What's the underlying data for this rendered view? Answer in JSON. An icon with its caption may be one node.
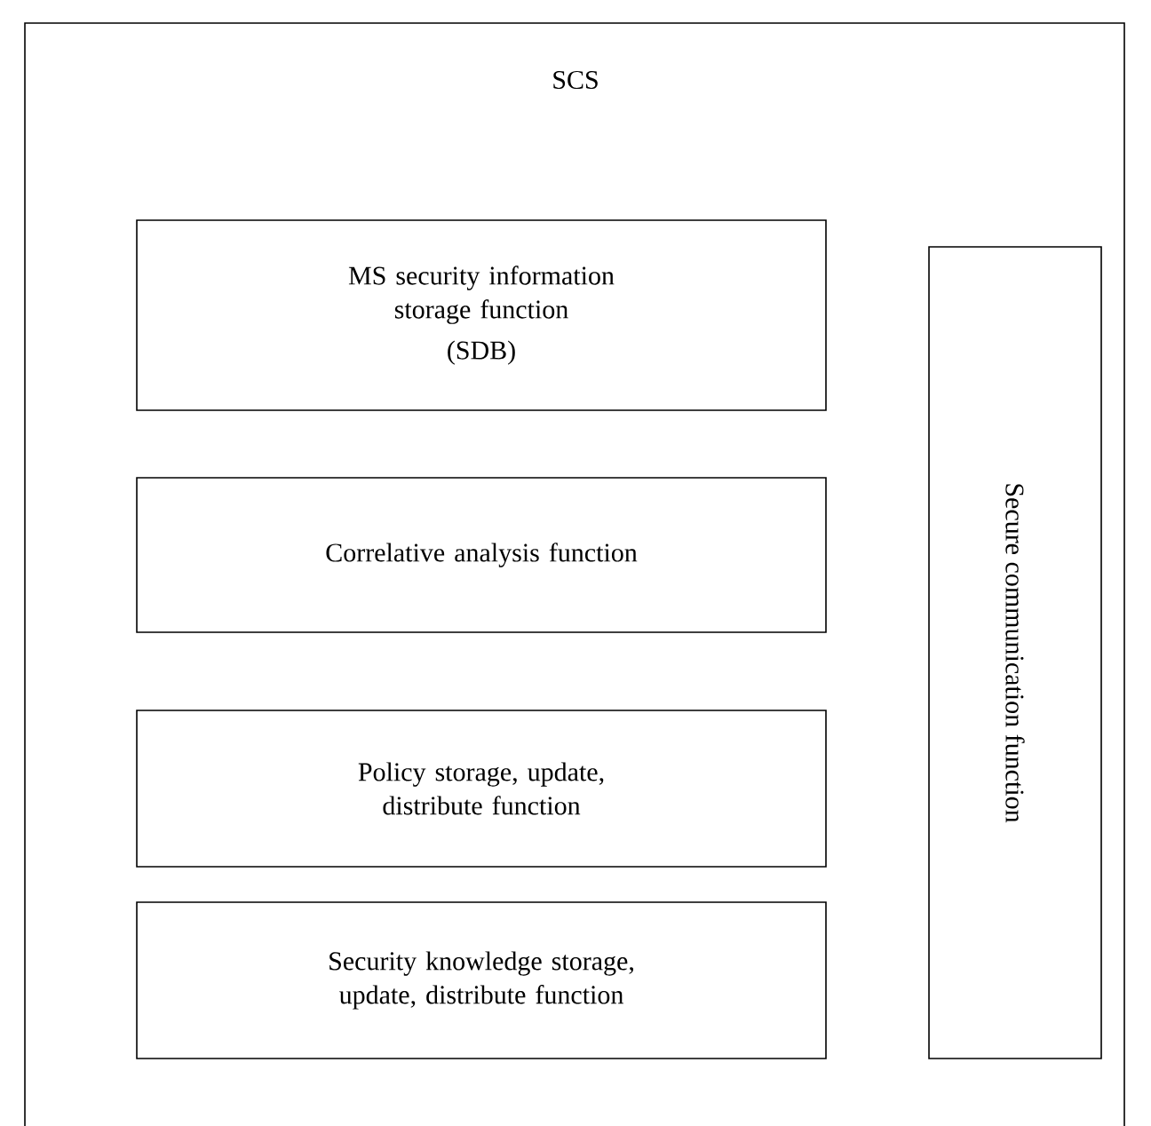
{
  "diagram": {
    "nodes": [
      {
        "text": [
          "SCS"
        ]
      },
      {
        "text": [
          "MS security information storage function",
          "(SDB)"
        ],
        "in": 0
      },
      {
        "text": [
          "Correlative analysis function"
        ],
        "in": 0
      },
      {
        "text": [
          "Policy storage, update, distribute function"
        ],
        "in": 0
      },
      {
        "text": [
          "Security knowledge storage, update, distribute function"
        ],
        "in": 0
      },
      {
        "text": [
          "Secure communication function"
        ],
        "in": 0
      }
    ]
  }
}
